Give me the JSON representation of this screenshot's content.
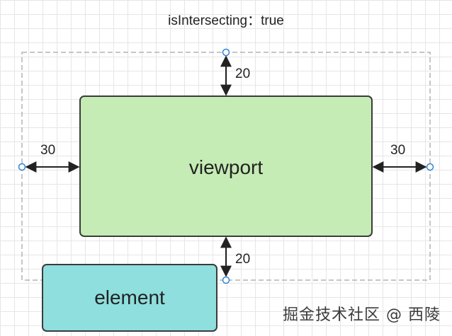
{
  "header": {
    "status_text": "isIntersecting：true"
  },
  "viewport": {
    "label": "viewport",
    "fill": "#c5ecb4",
    "stroke": "#3b3b3b"
  },
  "element": {
    "label": "element",
    "fill": "#8fdfdf",
    "stroke": "#3b3b3b"
  },
  "margins": {
    "top": "20",
    "left": "30",
    "right": "30",
    "bottom": "20"
  },
  "root_bounds": {
    "stroke": "#b3b3b3",
    "style": "dashed"
  },
  "handle_color": "#2f86d6",
  "watermark": "掘金技术社区 @ 西陵"
}
